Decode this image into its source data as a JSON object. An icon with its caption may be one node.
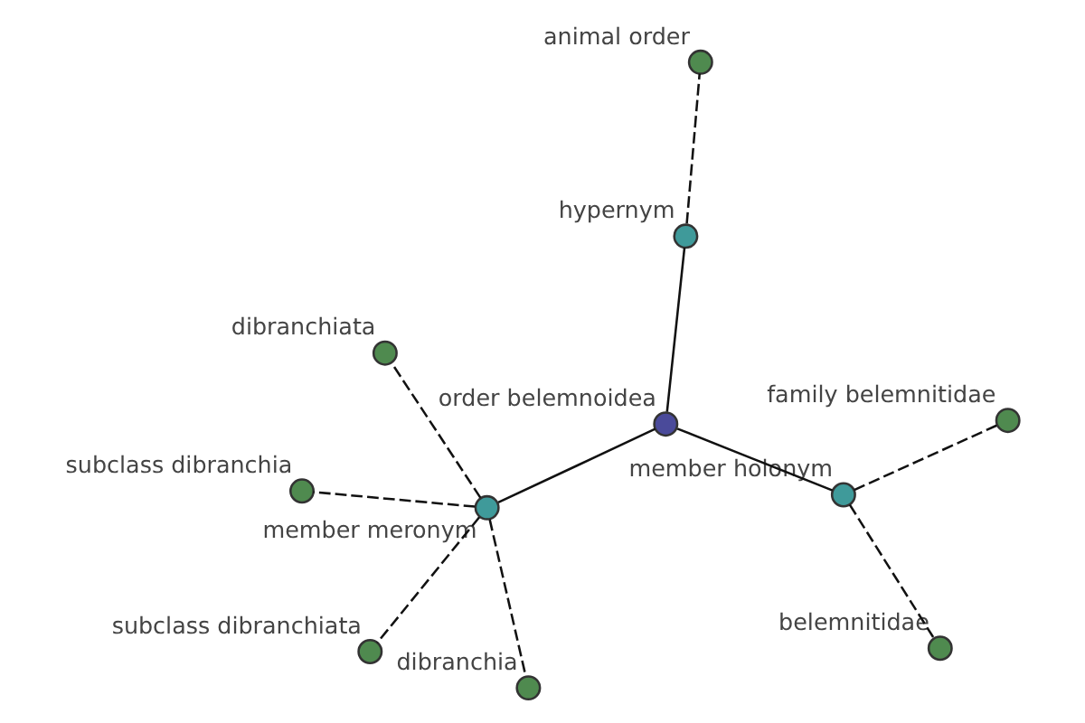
{
  "diagram": {
    "nodes": [
      {
        "text": [
          "subclass dibranchia"
        ]
      },
      {
        "text": [
          "dibranchiata"
        ]
      },
      {
        "text": [
          "dibranchia"
        ]
      },
      {
        "text": [
          "member meronym"
        ]
      },
      {
        "text": [
          "family belemnitidae"
        ]
      },
      {
        "text": [
          "animal order"
        ]
      },
      {
        "text": [
          "subclass dibranchiata"
        ]
      },
      {
        "text": [
          "member holonym"
        ]
      },
      {
        "text": [
          "hypernym"
        ]
      },
      {
        "text": [
          "order belemnoidea"
        ]
      },
      {
        "text": [
          "belemnitidae"
        ]
      }
    ],
    "edges": [
      {
        "from": 9,
        "to": 3,
        "arrow": "none"
      },
      {
        "from": 9,
        "to": 7,
        "arrow": "none"
      },
      {
        "from": 9,
        "to": 8,
        "arrow": "none"
      },
      {
        "from": 3,
        "to": 0,
        "arrow": "none",
        "style": "dashed"
      },
      {
        "from": 3,
        "to": 1,
        "arrow": "none",
        "style": "dashed"
      },
      {
        "from": 3,
        "to": 2,
        "arrow": "none",
        "style": "dashed"
      },
      {
        "from": 3,
        "to": 6,
        "arrow": "none",
        "style": "dashed"
      },
      {
        "from": 7,
        "to": 4,
        "arrow": "none",
        "style": "dashed"
      },
      {
        "from": 7,
        "to": 10,
        "arrow": "none",
        "style": "dashed"
      },
      {
        "from": 8,
        "to": 5,
        "arrow": "none",
        "style": "dashed"
      }
    ]
  }
}
